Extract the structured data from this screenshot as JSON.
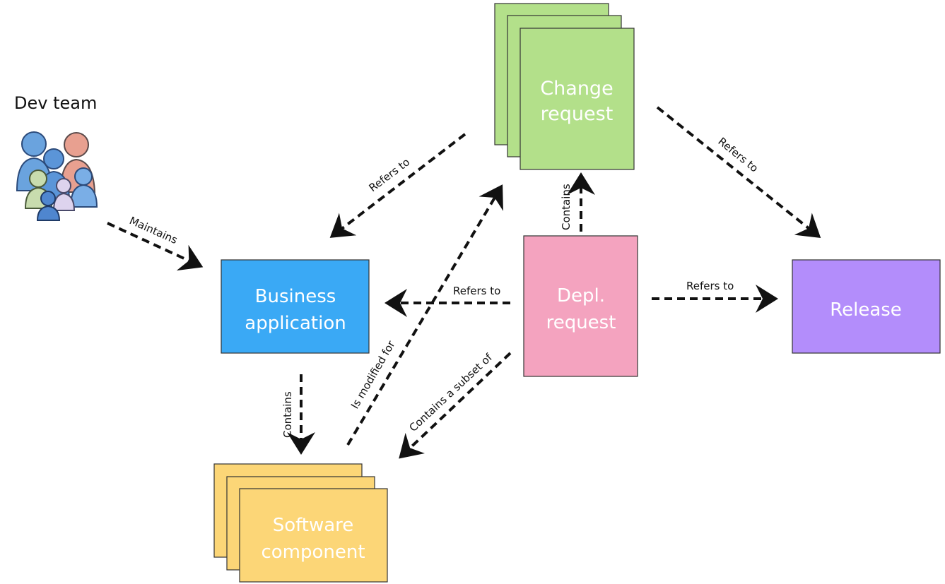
{
  "actor": {
    "label": "Dev team",
    "icon": "people-group-icon"
  },
  "nodes": {
    "business_application": {
      "line1": "Business",
      "line2": "application",
      "color": "#3aa9f5"
    },
    "change_request": {
      "line1": "Change",
      "line2": "request",
      "color": "#b3e08a"
    },
    "depl_request": {
      "line1": "Depl.",
      "line2": "request",
      "color": "#f4a3bf"
    },
    "release": {
      "line1": "Release",
      "color": "#b38dfb"
    },
    "software_component": {
      "line1": "Software",
      "line2": "component",
      "color": "#fcd677"
    }
  },
  "edges": {
    "maintains": "Maintains",
    "cr_refers_ba": "Refers to",
    "cr_refers_release": "Refers to",
    "dr_contains_cr": "Contains",
    "dr_refers_ba": "Refers to",
    "dr_refers_release": "Refers to",
    "ba_contains_sc": "Contains",
    "sc_modified_for_cr": "Is modified for",
    "dr_subset_sc": "Contains a subset of"
  }
}
